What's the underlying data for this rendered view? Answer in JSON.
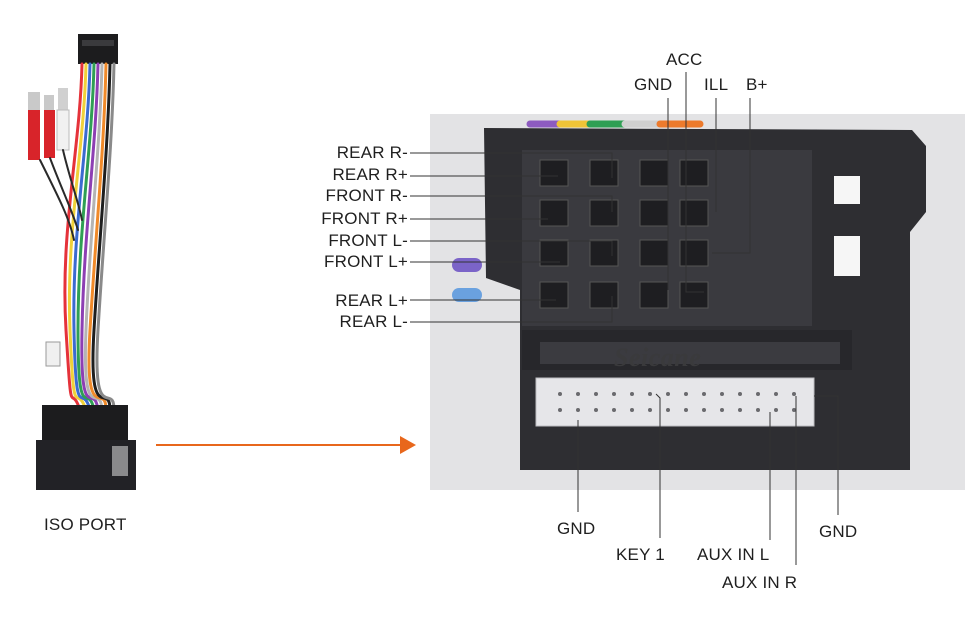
{
  "left_caption": "ISO PORT",
  "brand": "Seicane",
  "colors": {
    "arrow": "#e8671c",
    "housing": "#2e2e32",
    "leader": "#333333",
    "white_block": "#e6e6e9"
  },
  "top_labels": {
    "acc": "ACC",
    "gnd": "GND",
    "ill": "ILL",
    "b_plus": "B+"
  },
  "left_labels": {
    "rear_r_minus": "REAR R-",
    "rear_r_plus": "REAR R+",
    "front_r_minus": "FRONT R-",
    "front_r_plus": "FRONT R+",
    "front_l_minus": "FRONT L-",
    "front_l_plus": "FRONT L+",
    "rear_l_plus": "REAR L+",
    "rear_l_minus": "REAR L-"
  },
  "bottom_labels": {
    "gnd_left": "GND",
    "key1": "KEY 1",
    "aux_in_l": "AUX IN L",
    "aux_in_r": "AUX IN R",
    "gnd_right": "GND"
  },
  "harness_icon": "wire-harness-photo",
  "connector_icon": "iso-connector-photo"
}
